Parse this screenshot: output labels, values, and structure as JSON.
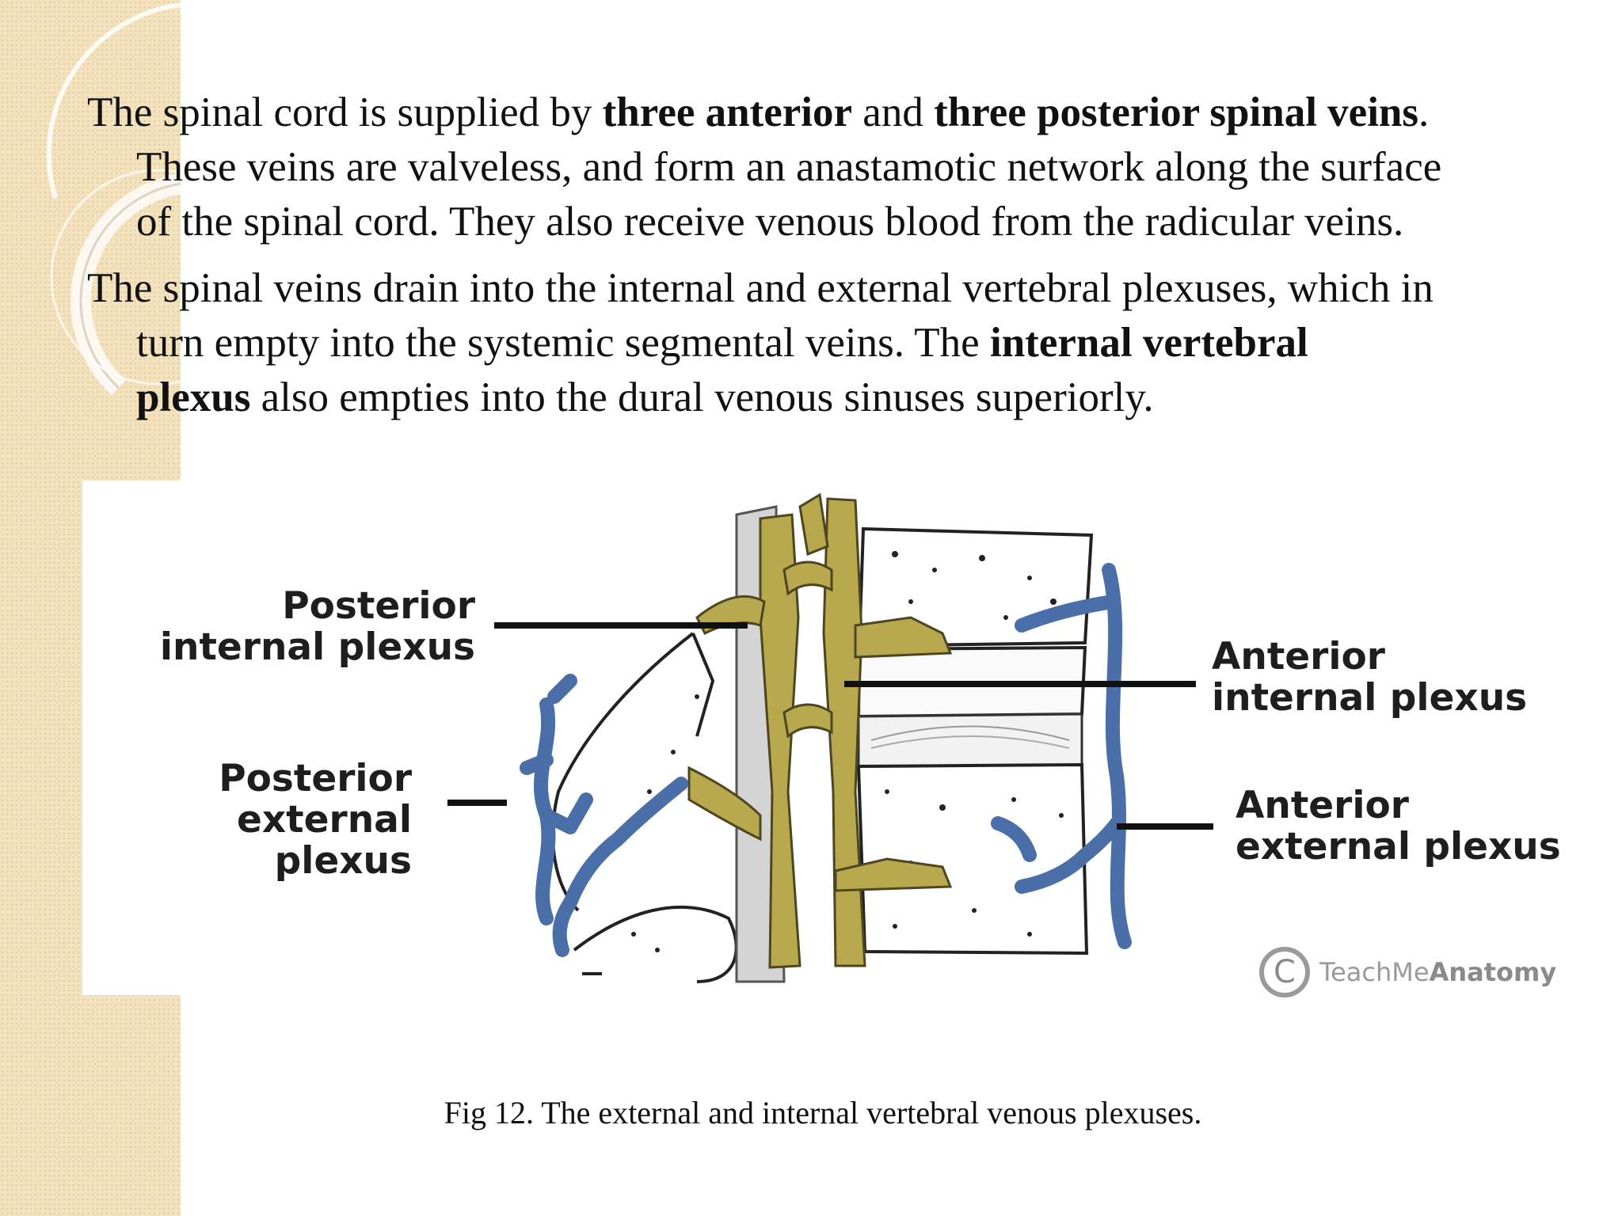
{
  "paragraph1": {
    "line1_a": "The spinal cord is supplied by ",
    "line1_b": "three anterior",
    "line1_c": " and ",
    "line1_d": "three posterior spinal veins",
    "line1_e": ".",
    "line2": "These veins are valveless, and form an anastamotic network along the surface",
    "line3": "of the spinal cord. They also receive venous blood from the radicular veins."
  },
  "paragraph2": {
    "line1": "The spinal veins drain into the internal and external vertebral plexuses, which in",
    "line2_a": "turn empty into the systemic segmental veins. The ",
    "line2_b": "internal vertebral",
    "line3_a": "plexus",
    "line3_b": " also empties into the dural venous sinuses superiorly."
  },
  "labels": {
    "posterior_internal_1": "Posterior",
    "posterior_internal_2": "internal plexus",
    "posterior_external_1": "Posterior",
    "posterior_external_2": "external plexus",
    "anterior_internal_1": "Anterior",
    "anterior_internal_2": "internal plexus",
    "anterior_external_1": "Anterior",
    "anterior_external_2": "external plexus"
  },
  "watermark": {
    "text_a": "TeachMe",
    "text_b": "Anatomy",
    "symbol": "C"
  },
  "caption": "Fig 12.  The external and internal vertebral venous plexuses.",
  "colors": {
    "vein_yellow": "#b8a94f",
    "vein_blue": "#4a6ea8",
    "band": "#f3e2bd"
  }
}
